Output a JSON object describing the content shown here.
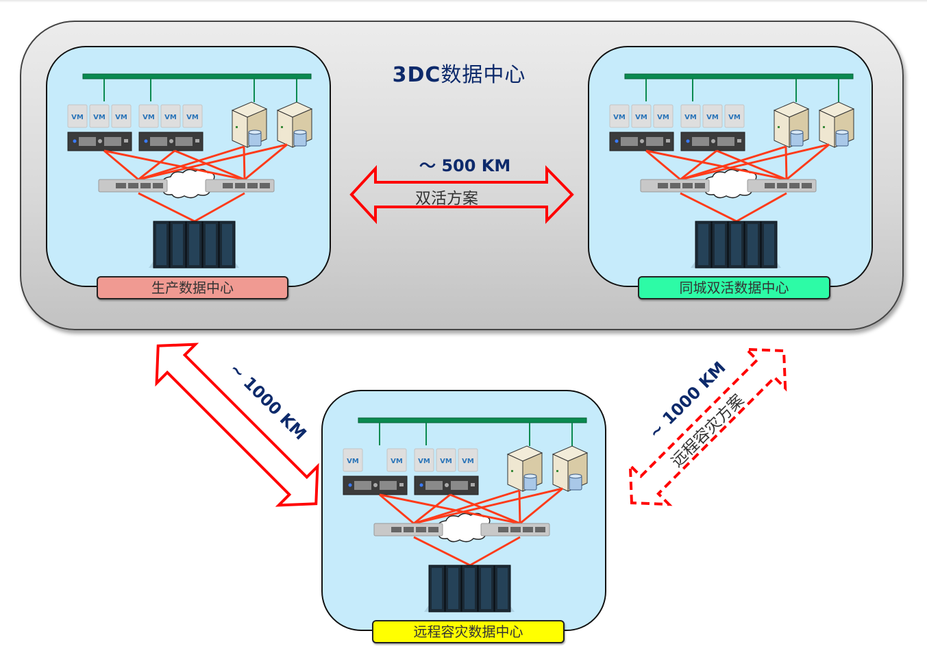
{
  "title": {
    "prefix": "3DC",
    "suffix": "数据中心"
  },
  "data_centers": [
    {
      "id": "production",
      "label": "生产数据中心",
      "label_color": "#f09a92",
      "vm_groups": [
        3,
        3
      ],
      "db_servers": 2
    },
    {
      "id": "same-city-active",
      "label": "同城双活数据中心",
      "label_color": "#2dfba6",
      "vm_groups": [
        3,
        3
      ],
      "db_servers": 2
    },
    {
      "id": "remote-dr",
      "label": "远程容灾数据中心",
      "label_color": "#ffff00",
      "vm_groups": [
        2,
        3
      ],
      "db_servers": 2
    }
  ],
  "vm_label": "VM",
  "links": [
    {
      "id": "active-active",
      "distance": "～ 500 KM",
      "scheme": "双活方案",
      "style": "solid",
      "color": "#ff0000"
    },
    {
      "id": "prod-to-remote",
      "distance": "~ 1000 KM",
      "scheme": "",
      "style": "solid",
      "color": "#ff0000"
    },
    {
      "id": "city-to-remote",
      "distance": "~ 1000 KM",
      "scheme": "远程容灾方案",
      "style": "dashed",
      "color": "#ff0000"
    }
  ],
  "colors": {
    "bus": "#0a8a50",
    "fc_link": "#ff3b1a",
    "dc_bg": "#c6ebfb",
    "text_dark_blue": "#0d2a6b"
  }
}
